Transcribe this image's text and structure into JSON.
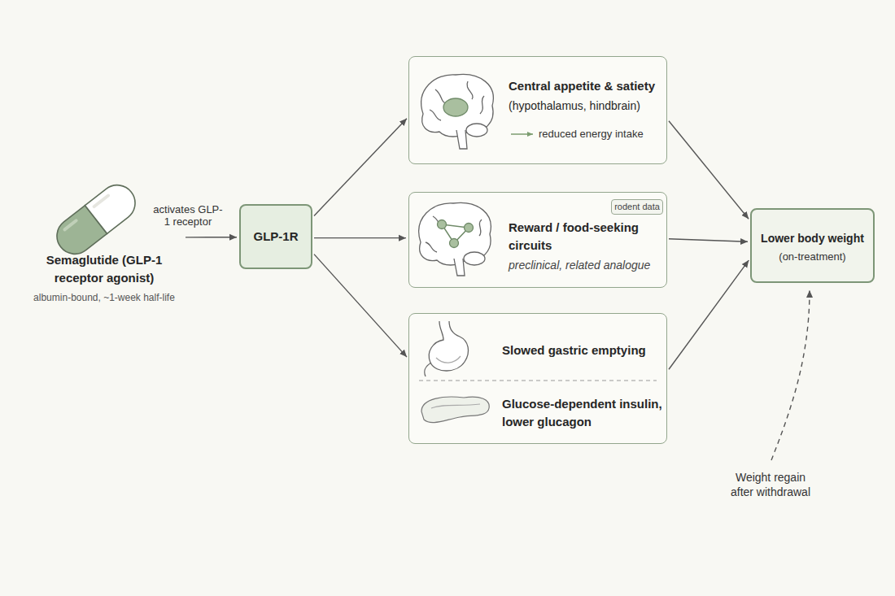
{
  "diagram": {
    "nodes": [
      {
        "text": [
          "Semaglutide (GLP-1 receptor agonist)",
          "albumin-bound, ~1-week half-life"
        ]
      },
      {
        "text": [
          "GLP-1R"
        ]
      },
      {
        "text": [
          "Central appetite & satiety",
          "(hypothalamus, hindbrain)",
          "reduced energy intake"
        ]
      },
      {
        "text": [
          "Reward / food-seeking circuits",
          "preclinical, related analogue"
        ]
      },
      {
        "text": [
          "rodent data"
        ],
        "in": 3
      },
      {
        "text": [
          "Slowed gastric emptying",
          "Glucose-dependent insulin, lower glucagon"
        ]
      },
      {
        "text": [
          "Lower body weight",
          "(on-treatment)"
        ]
      }
    ],
    "edges": [
      {
        "from": 0,
        "to": 1,
        "label": "activates GLP-1 receptor",
        "arrow": "to"
      },
      {
        "from": 1,
        "to": 2,
        "arrow": "to"
      },
      {
        "from": 1,
        "to": 3,
        "arrow": "to"
      },
      {
        "from": 1,
        "to": 5,
        "arrow": "to"
      },
      {
        "from": 2,
        "to": 6,
        "arrow": "to"
      },
      {
        "from": 3,
        "to": 6,
        "arrow": "to"
      },
      {
        "from": 5,
        "to": 6,
        "arrow": "to"
      }
    ],
    "labels": [
      "Weight regain after withdrawal"
    ]
  }
}
